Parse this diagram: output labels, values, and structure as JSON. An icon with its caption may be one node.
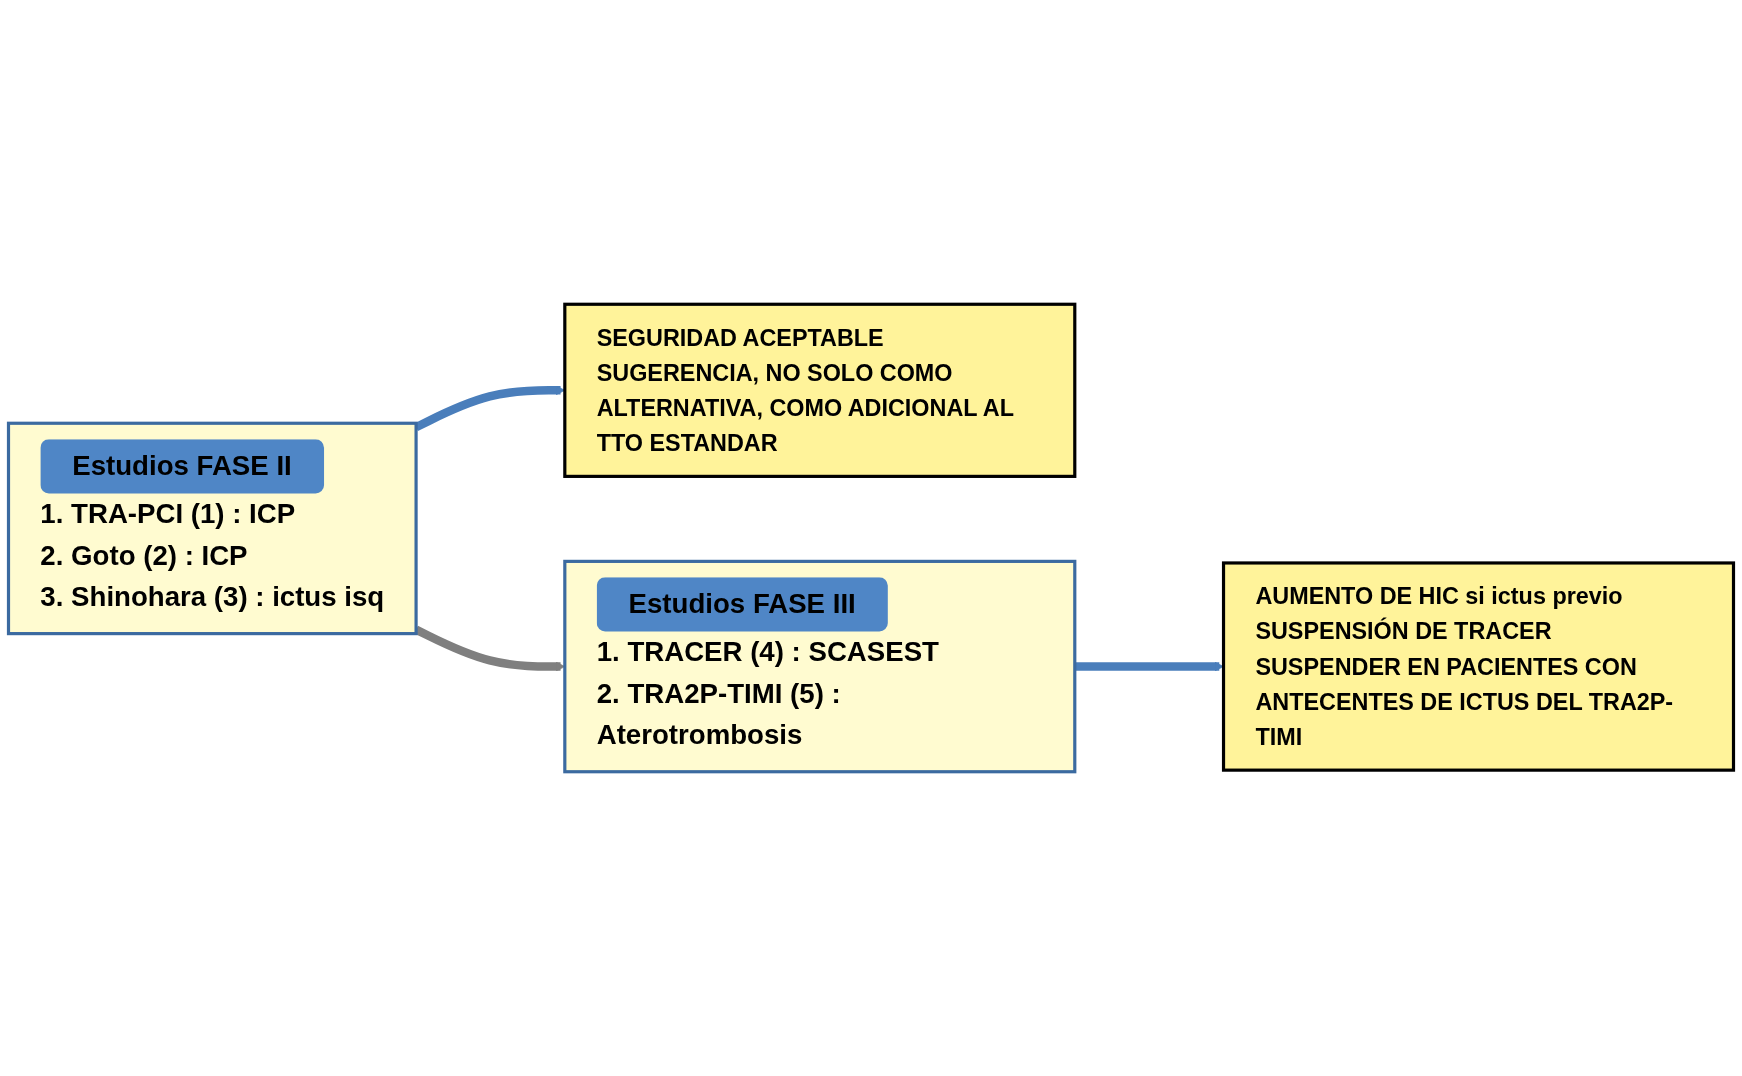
{
  "diagram": {
    "nodes": [
      {
        "text": [
          "Estudios FASE II",
          "1. TRA-PCI (1) : ICP",
          "2. Goto (2) : ICP",
          "3. Shinohara (3) : ictus isq"
        ]
      },
      {
        "text": [
          "SEGURIDAD ACEPTABLE",
          "SUGERENCIA, NO SOLO COMO ALTERNATIVA, COMO ADICIONAL AL TTO ESTANDAR"
        ]
      },
      {
        "text": [
          "Estudios FASE III",
          "1. TRACER (4) : SCASEST",
          "2. TRA2P-TIMI (5) : Aterotrombosis"
        ]
      },
      {
        "text": [
          "AUMENTO DE HIC si ictus previo",
          "SUSPENSIÓN DE TRACER",
          "SUSPENDER EN PACIENTES CON ANTECENTES DE ICTUS DEL TRA2P-TIMI"
        ]
      }
    ],
    "edges": [
      {
        "from": 0,
        "to": 1,
        "arrow": "to"
      },
      {
        "from": 0,
        "to": 2,
        "arrow": "to",
        "color": "#7f7f7f"
      },
      {
        "from": 2,
        "to": 3,
        "arrow": "to"
      }
    ]
  }
}
